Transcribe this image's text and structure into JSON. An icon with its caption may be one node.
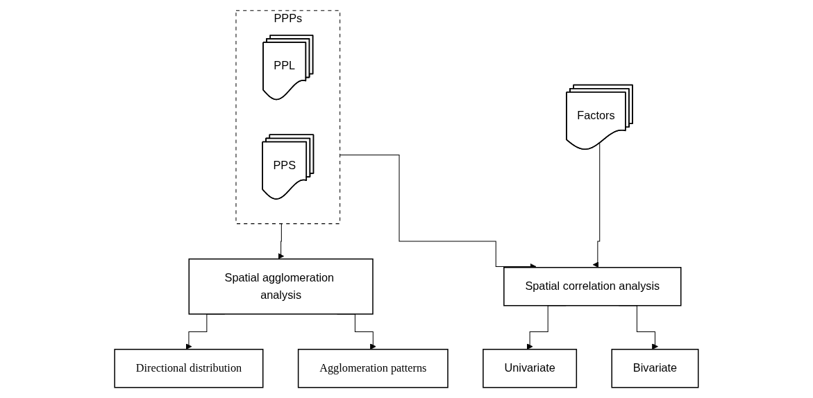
{
  "diagram": {
    "nodes": [
      {
        "text": [
          "PPPs"
        ]
      },
      {
        "text": [
          "PPL"
        ],
        "in": 0
      },
      {
        "text": [
          "PPS"
        ],
        "in": 0
      },
      {
        "text": [
          "Factors"
        ]
      },
      {
        "text": [
          "Spatial agglomeration analysis"
        ]
      },
      {
        "text": [
          "Spatial correlation analysis"
        ]
      },
      {
        "text": [
          "Directional distribution"
        ]
      },
      {
        "text": [
          "Agglomeration patterns"
        ]
      },
      {
        "text": [
          "Univariate"
        ]
      },
      {
        "text": [
          "Bivariate"
        ]
      }
    ],
    "edges": [
      {
        "from": 0,
        "to": 4,
        "arrow": "to"
      },
      {
        "from": 0,
        "to": 5,
        "arrow": "to"
      },
      {
        "from": 3,
        "to": 5,
        "arrow": "to"
      },
      {
        "from": 4,
        "to": 6,
        "arrow": "to"
      },
      {
        "from": 4,
        "to": 7,
        "arrow": "to"
      },
      {
        "from": 5,
        "to": 8,
        "arrow": "to"
      },
      {
        "from": 5,
        "to": 9,
        "arrow": "to"
      }
    ]
  }
}
